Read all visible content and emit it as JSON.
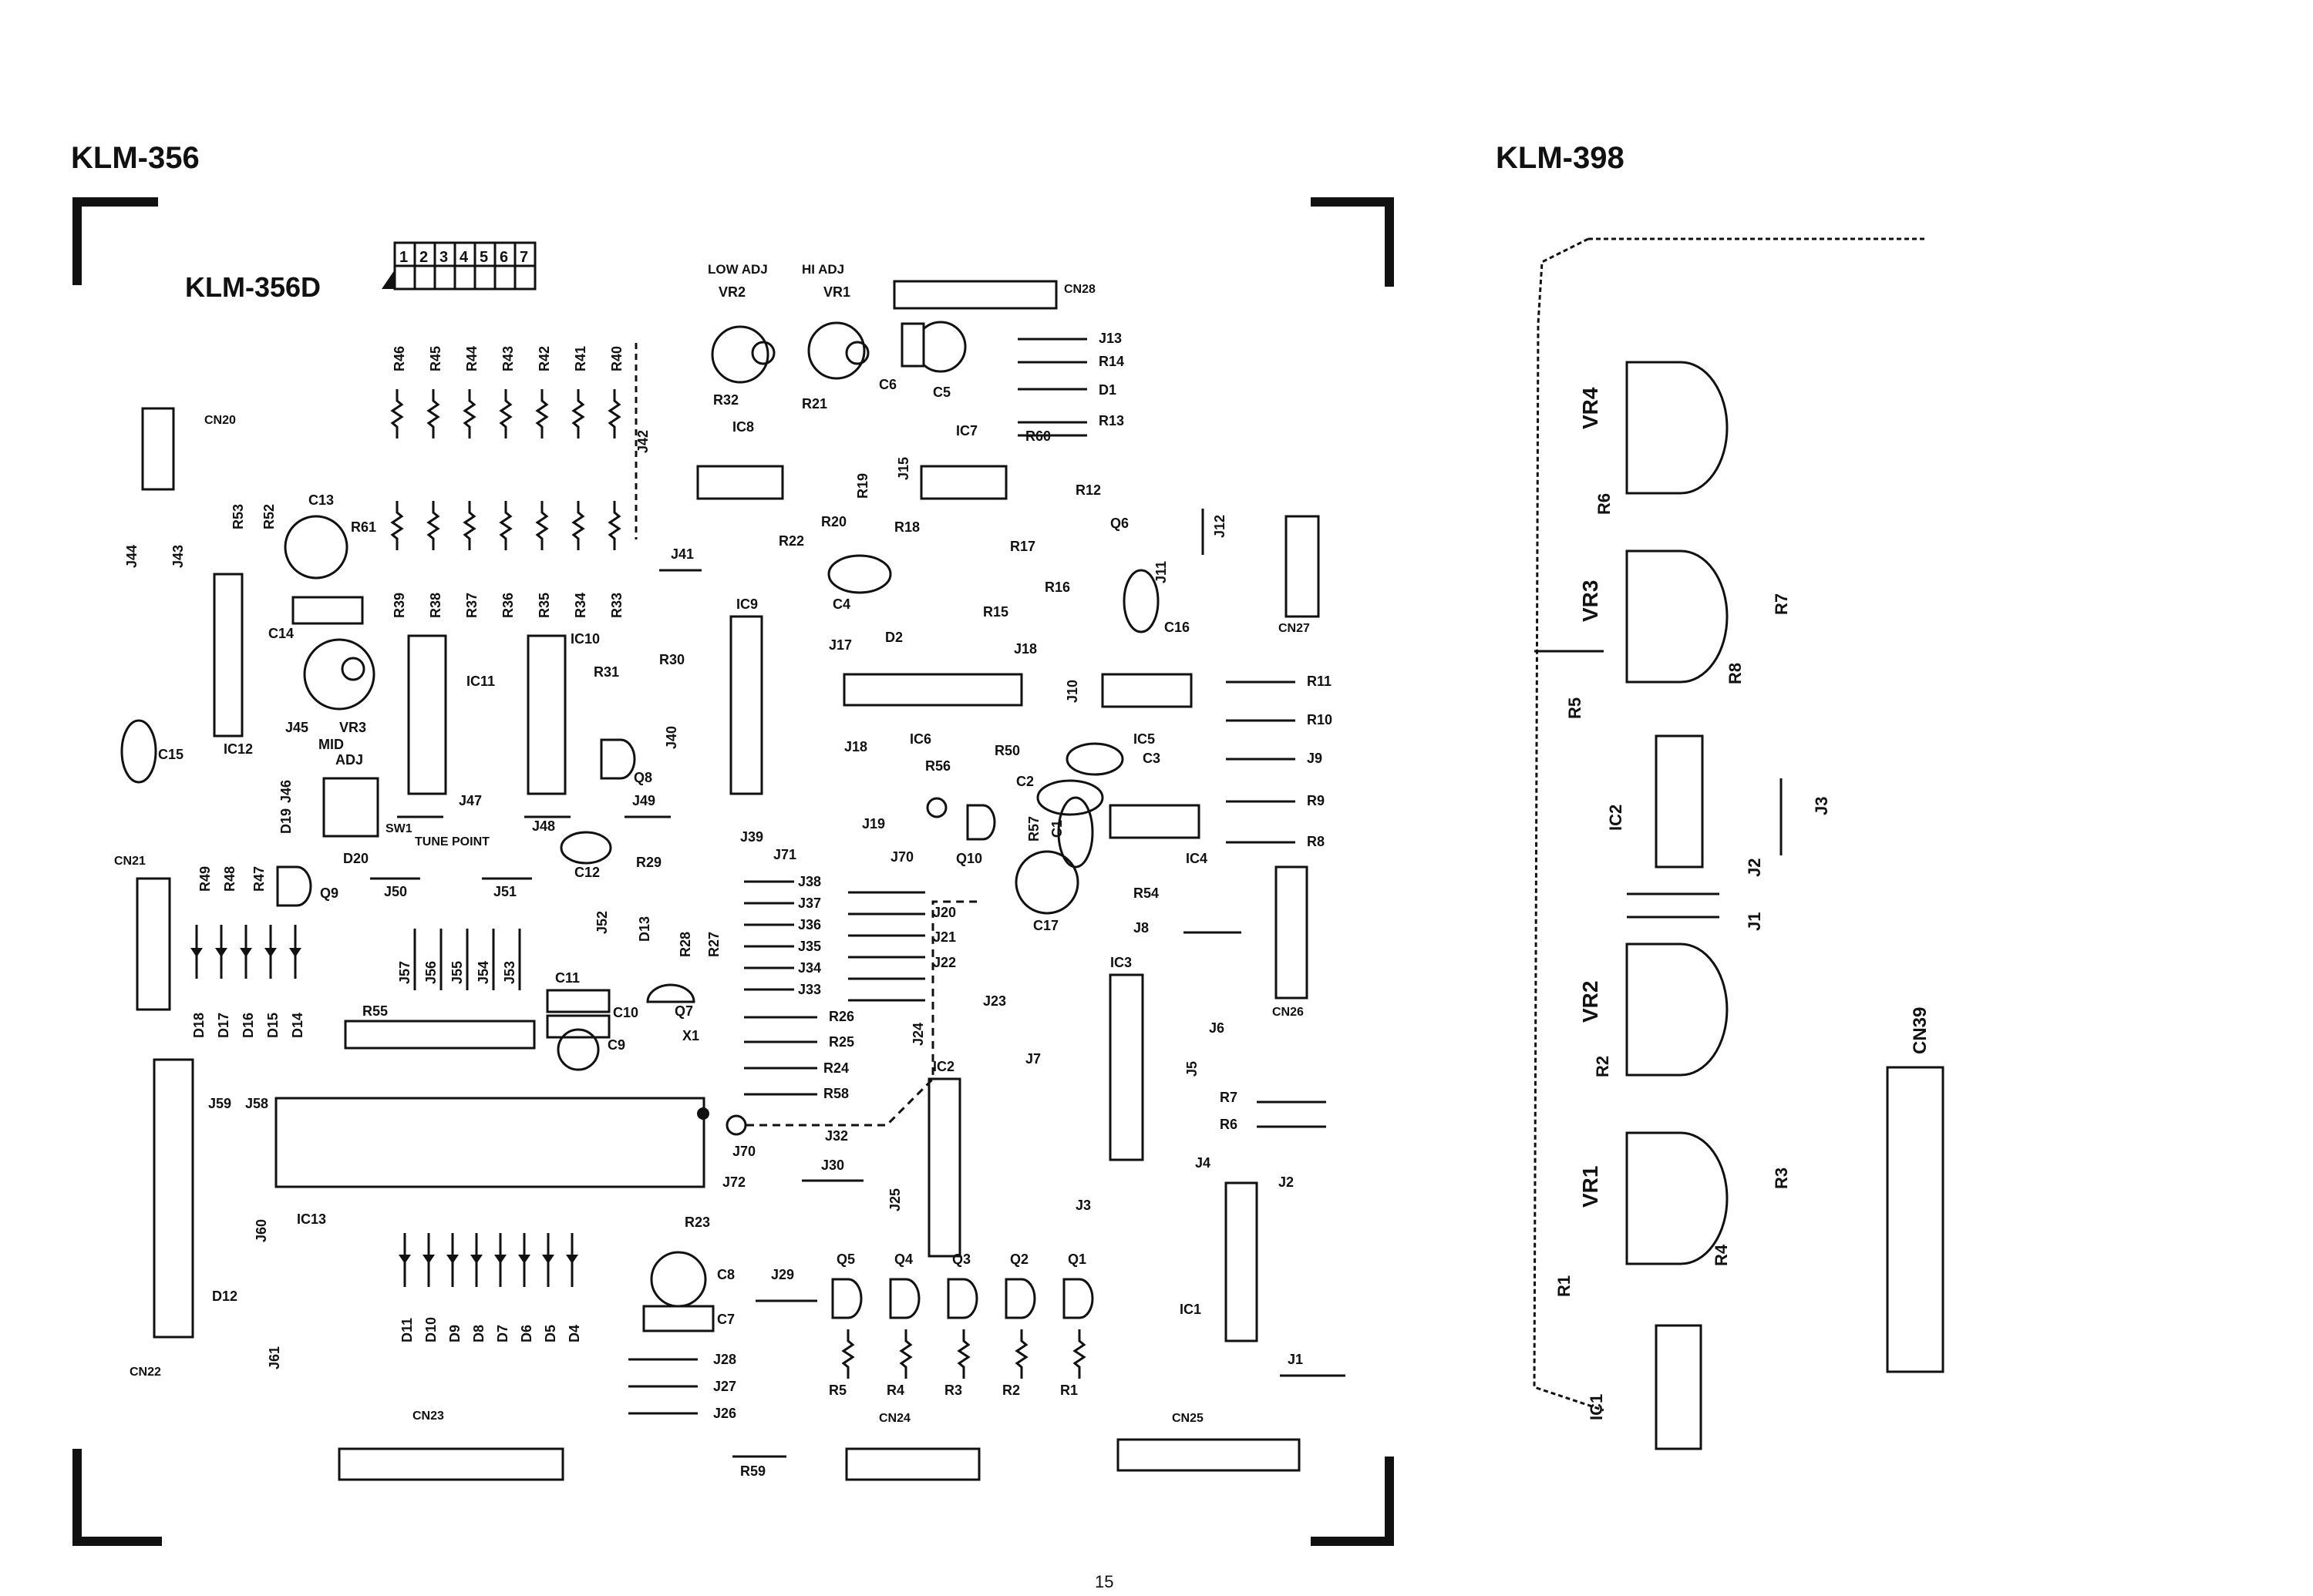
{
  "headers": {
    "left": "KLM-356",
    "right": "KLM-398"
  },
  "page_number": "15",
  "variant": {
    "label": "KLM-356D",
    "cells": [
      "1",
      "2",
      "3",
      "4",
      "5",
      "6",
      "7"
    ]
  },
  "klm356": {
    "trimmers": {
      "low": "LOW ADJ",
      "hi": "HI ADJ",
      "mid": "MID",
      "adj": "ADJ"
    },
    "tune": {
      "sw": "SW1",
      "text": "TUNE POINT"
    },
    "connectors": [
      "CN28",
      "CN20",
      "CN27",
      "CN21",
      "CN26",
      "CN22",
      "CN23",
      "CN24",
      "CN25"
    ],
    "ics": [
      "IC8",
      "IC7",
      "IC9",
      "IC10",
      "IC11",
      "IC12",
      "IC6",
      "IC5",
      "IC4",
      "IC3",
      "IC2",
      "IC1",
      "IC13"
    ],
    "resistors_top": [
      "R46",
      "R45",
      "R44",
      "R43",
      "R42",
      "R41",
      "R40"
    ],
    "resistors_mid": [
      "R39",
      "R38",
      "R37",
      "R36",
      "R35",
      "R34",
      "R33"
    ],
    "jumpers_list": [
      "J38",
      "J37",
      "J36",
      "J35",
      "J34",
      "J33"
    ],
    "jumpers_bottom": [
      "J28",
      "J27",
      "J26"
    ],
    "diodes_left": [
      "D18",
      "D17",
      "D16",
      "D15",
      "D14"
    ],
    "diodes_bottom": [
      "D11",
      "D10",
      "D9",
      "D8",
      "D7",
      "D6",
      "D5",
      "D4"
    ],
    "transistors": [
      "Q5",
      "Q4",
      "Q3",
      "Q2",
      "Q1"
    ],
    "resistors_bottom": [
      "R5",
      "R4",
      "R3",
      "R2",
      "R1"
    ],
    "misc": {
      "vr2": "VR2",
      "vr1": "VR1",
      "vr3": "VR3",
      "c5": "C5",
      "c6": "C6",
      "r32": "R32",
      "r21": "R21",
      "j13": "J13",
      "r14": "R14",
      "d1": "D1",
      "r13": "R13",
      "r60": "R60",
      "r19": "R19",
      "j15": "J15",
      "r12": "R12",
      "r22": "R22",
      "r20": "R20",
      "r18": "R18",
      "q6": "Q6",
      "j12": "J12",
      "c13": "C13",
      "r61": "R61",
      "r53": "R53",
      "r52": "R52",
      "j44": "J44",
      "j43": "J43",
      "c14": "C14",
      "j45": "J45",
      "c15": "C15",
      "j46": "J46",
      "d19": "D19",
      "d20": "D20",
      "r49": "R49",
      "r48": "R48",
      "r47": "R47",
      "q9": "Q9",
      "j50": "J50",
      "j51": "J51",
      "j47": "J47",
      "j48": "J48",
      "j49": "J49",
      "j42": "J42",
      "j41": "J41",
      "r31": "R31",
      "r30": "R30",
      "j40": "J40",
      "q8": "Q8",
      "c12": "C12",
      "r29": "R29",
      "j39": "J39",
      "j71": "J71",
      "c4": "C4",
      "d2": "D2",
      "r17": "R17",
      "r16": "R16",
      "r15": "R15",
      "j11": "J11",
      "c16": "C16",
      "j17": "J17",
      "j18a": "J18",
      "j10": "J10",
      "r11": "R11",
      "r10": "R10",
      "j18b": "J18",
      "r56": "R56",
      "r50": "R50",
      "c3": "C3",
      "j9": "J9",
      "c2": "C2",
      "j19": "J19",
      "r57": "R57",
      "c1": "C1",
      "r9": "R9",
      "r8": "R8",
      "j70a": "J70",
      "q10": "Q10",
      "c17": "C17",
      "r54": "R54",
      "j8": "J8",
      "j52": "J52",
      "d13": "D13",
      "r28": "R28",
      "r27": "R27",
      "j20": "J20",
      "j21": "J21",
      "j22": "J22",
      "j23": "J23",
      "j57": "J57",
      "j56": "J56",
      "j55": "J55",
      "j54": "J54",
      "j53": "J53",
      "c11": "C11",
      "c10": "C10",
      "c9": "C9",
      "q7": "Q7",
      "x1": "X1",
      "r55": "R55",
      "r26": "R26",
      "r25": "R25",
      "r24": "R24",
      "r58": "R58",
      "j24": "J24",
      "j7": "J7",
      "j5": "J5",
      "j6": "J6",
      "r7": "R7",
      "r6": "R6",
      "j59": "J59",
      "j58": "J58",
      "j70b": "J70",
      "j32": "J32",
      "j72": "J72",
      "j30": "J30",
      "j25": "J25",
      "j3": "J3",
      "j4": "J4",
      "j2": "J2",
      "j60": "J60",
      "d12": "D12",
      "j61": "J61",
      "r23": "R23",
      "c8": "C8",
      "c7": "C7",
      "j29": "J29",
      "j1": "J1",
      "r59": "R59"
    }
  },
  "klm398": {
    "vr": [
      "VR4",
      "VR3",
      "VR2",
      "VR1"
    ],
    "labels": {
      "r6": "R6",
      "r7": "R7",
      "r5": "R5",
      "r8": "R8",
      "ic2": "IC2",
      "j3": "J3",
      "j2": "J2",
      "j1": "J1",
      "r2": "R2",
      "r3": "R3",
      "r4": "R4",
      "r1": "R1",
      "ic1": "IC1",
      "cn39": "CN39"
    }
  }
}
